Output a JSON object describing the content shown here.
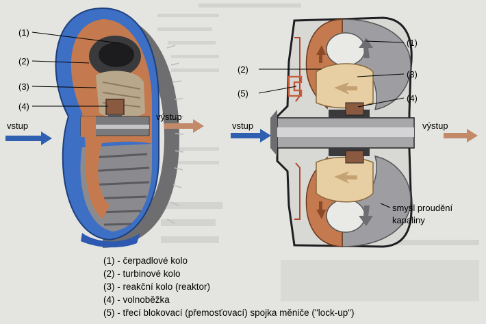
{
  "left_diagram": {
    "callouts": [
      "(1)",
      "(2)",
      "(3)",
      "(4)"
    ],
    "input_label": "vstup",
    "output_label": "výstup"
  },
  "right_diagram": {
    "callouts": [
      "(1)",
      "(2)",
      "(3)",
      "(4)",
      "(5)"
    ],
    "input_label": "vstup",
    "output_label": "výstup",
    "flow_label_line1": "smysl proudění",
    "flow_label_line2": "kapaliny"
  },
  "legend": [
    "(1) - čerpadlové kolo",
    "(2) - turbinové kolo",
    "(3) - reakční kolo (reaktor)",
    "(4) - volnoběžka",
    "(5) - třecí blokovací (přemosťovací) spojka měniče  (\"lock-up\")"
  ],
  "colors": {
    "pump": "#9d9da2",
    "turbine": "#c47a4e",
    "reactor": "#e8cfa3",
    "housing_blue": "#3d6fc4",
    "arrow_in": "#2f5fb0",
    "arrow_out": "#c28a68",
    "background": "#e4e4e0"
  }
}
